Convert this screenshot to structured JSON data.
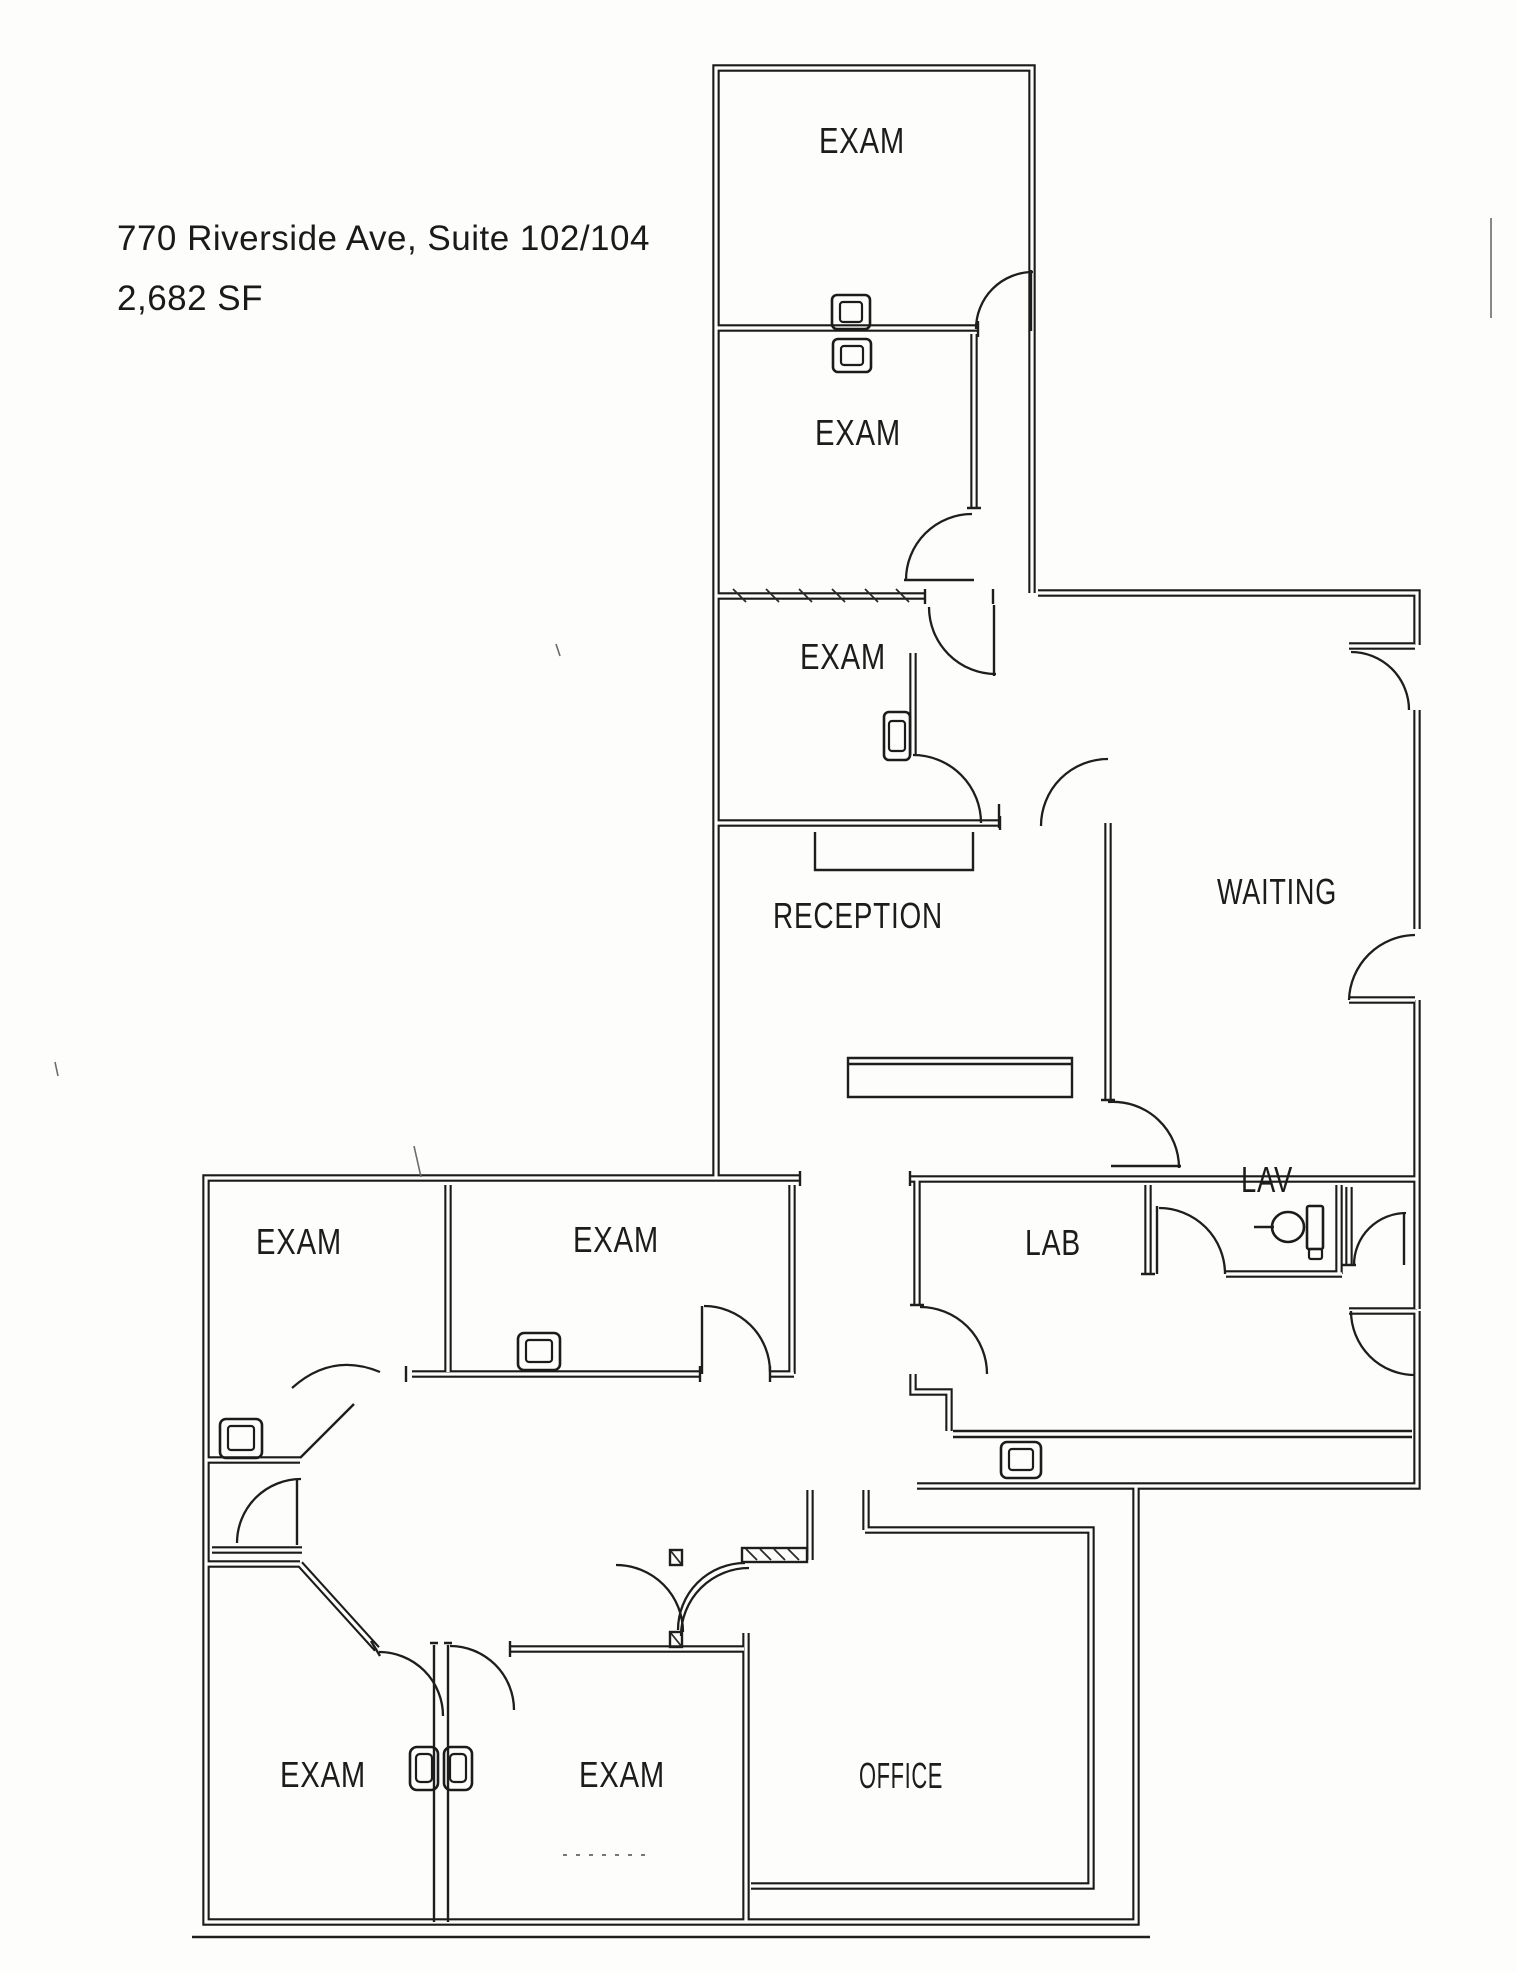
{
  "page": {
    "background": "#fdfdfb",
    "ink": "#1b1b1b",
    "type": "scanned floor plan"
  },
  "address": {
    "line1": "770 Riverside Ave, Suite 102/104",
    "line2": "2,682 SF"
  },
  "rooms": {
    "exam_top": {
      "label": "EXAM"
    },
    "exam_upper": {
      "label": "EXAM"
    },
    "exam_mid_top": {
      "label": "EXAM"
    },
    "reception": {
      "label": "RECEPTION"
    },
    "waiting": {
      "label": "WAITING"
    },
    "lab": {
      "label": "LAB"
    },
    "lav": {
      "label": "LAV"
    },
    "exam_west": {
      "label": "EXAM"
    },
    "exam_center": {
      "label": "EXAM"
    },
    "exam_sw": {
      "label": "EXAM"
    },
    "exam_south": {
      "label": "EXAM"
    },
    "office": {
      "label": "OFFICE"
    }
  },
  "icons": {
    "wall_fixture": "sink-icon",
    "toilet": "toilet-icon",
    "door_swing": "door-arc-icon"
  }
}
